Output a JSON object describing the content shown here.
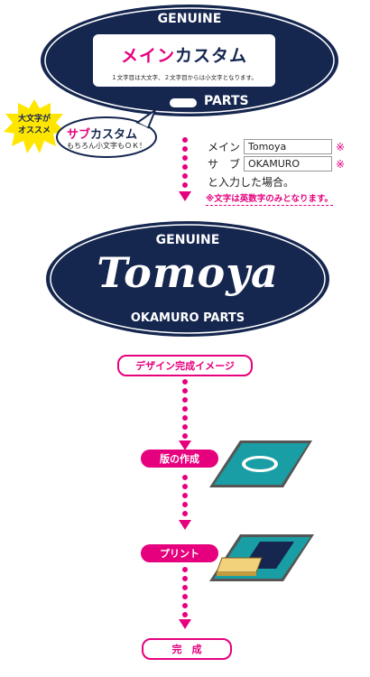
{
  "colors": {
    "navy": "#15264f",
    "magenta": "#e6007e",
    "yellow": "#ffe600",
    "sheet_teal": "#1a9ea5"
  },
  "top_badge": {
    "genuine": "GENUINE",
    "main_custom_prefix": "メイン",
    "main_custom_suffix": "カスタム",
    "main_note": "１文字目は大文字、２文字目からは小文字となります。",
    "parts": "PARTS"
  },
  "burst": {
    "line1": "大文字が",
    "line2": "オススメ"
  },
  "sub_bubble": {
    "prefix": "サブ",
    "suffix": "カスタム",
    "note": "もちろん小文字もＯＫ！"
  },
  "inputs": {
    "main_label": "メイン",
    "main_value": "Tomoya",
    "sub_label": "サ　ブ",
    "sub_value": "OKAMURO",
    "mark": "※",
    "result_text": "と入力した場合。",
    "note": "※文字は英数字のみとなります。"
  },
  "result_badge": {
    "genuine": "GENUINE",
    "script": "Tomoya",
    "bottom": "OKAMURO PARTS"
  },
  "steps": {
    "design_image": "デザイン完成イメージ",
    "make_plate": "版の作成",
    "print": "プリント",
    "done": "完　成"
  },
  "icons": [
    "burst-icon",
    "screen-plate-icon",
    "squeegee-icon",
    "arrow-down-icon"
  ]
}
